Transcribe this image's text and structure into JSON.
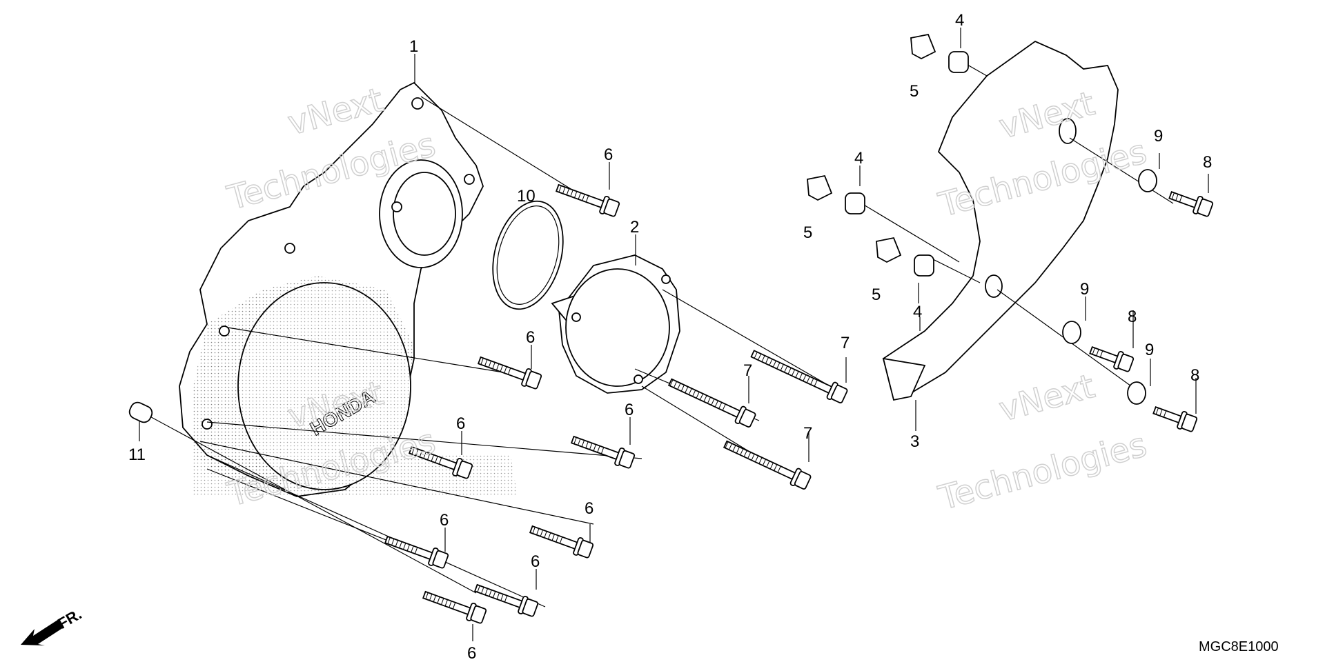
{
  "watermark": {
    "line1": "vNext",
    "line2": "Technologies"
  },
  "direction_label": "FR.",
  "part_code": "MGC8E1000",
  "callouts": {
    "c1": "1",
    "c2": "2",
    "c3": "3",
    "c4": "4",
    "c5": "5",
    "c6": "6",
    "c7": "7",
    "c8": "8",
    "c9": "9",
    "c10": "10",
    "c11": "11"
  },
  "colors": {
    "line": "#000000",
    "watermark": "#d0d0d0",
    "stipple": "#555555"
  }
}
